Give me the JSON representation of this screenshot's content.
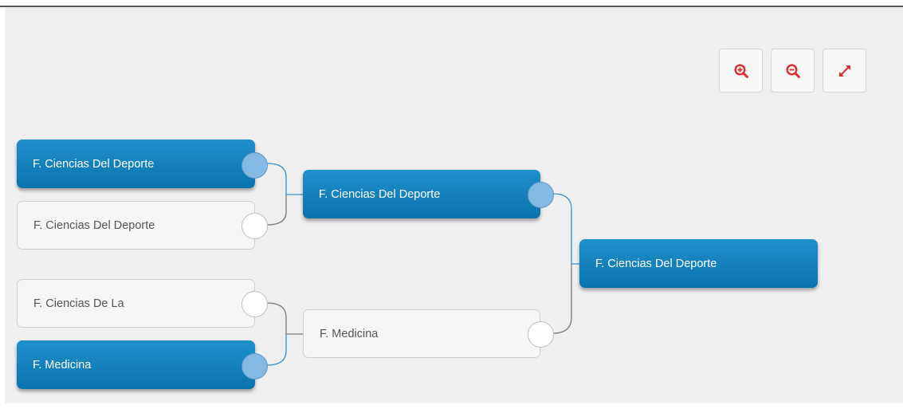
{
  "toolbar": {
    "zoom_in": {
      "icon": "zoom-in-icon"
    },
    "zoom_out": {
      "icon": "zoom-out-icon"
    },
    "fullscreen": {
      "icon": "expand-icon"
    }
  },
  "colors": {
    "accent": "#0a73ad",
    "icon": "#d9302c",
    "connector": "#3a8fd0"
  },
  "bracket": {
    "round1": [
      {
        "name": "F. Ciencias Del Deporte",
        "status": "winner"
      },
      {
        "name": "F. Ciencias Del Deporte",
        "status": "loser"
      },
      {
        "name": "F. Ciencias De La",
        "status": "loser"
      },
      {
        "name": "F. Medicina",
        "status": "winner"
      }
    ],
    "round2": [
      {
        "name": "F. Ciencias Del Deporte",
        "status": "winner"
      },
      {
        "name": "F. Medicina",
        "status": "loser"
      }
    ],
    "final": [
      {
        "name": "F. Ciencias Del Deporte",
        "status": "winner"
      }
    ]
  }
}
